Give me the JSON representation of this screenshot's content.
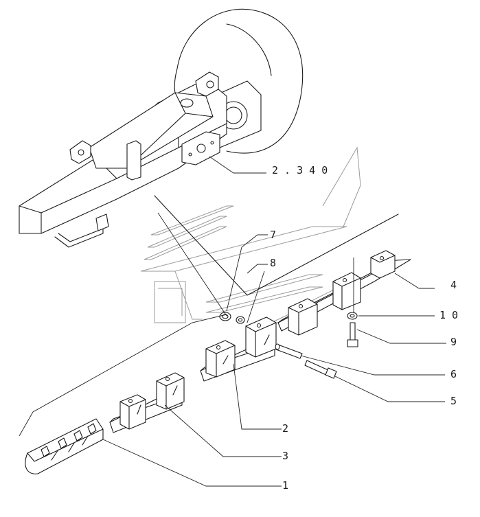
{
  "callouts": {
    "ref_assembly": "2 . 3 4 0",
    "c7": "7",
    "c8": "8",
    "c4": "4",
    "c10": "1 0",
    "c9": "9",
    "c6": "6",
    "c5": "5",
    "c2": "2",
    "c3": "3",
    "c1": "1"
  },
  "watermark": {
    "icon": "manufacturer-logo-watermark",
    "color": "#9a9a9a"
  }
}
